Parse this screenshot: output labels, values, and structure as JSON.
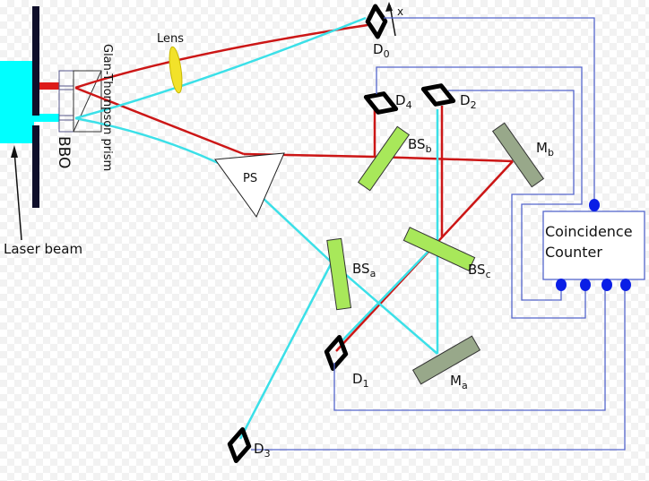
{
  "title": "Delayed choice quantum eraser setup",
  "colors": {
    "pump": "#00ffff",
    "signal": "#dd1a1a",
    "idler": "#33dddd",
    "wire": "#5566cc",
    "node": "#0a1ee6",
    "splitter": "#a8e85a",
    "mirror": "#98a88a",
    "lens": "#f2e22a"
  },
  "labels": {
    "laser_beam": "Laser beam",
    "bbo": "BBO",
    "prism": "Glan-Thompson prism",
    "lens": "Lens",
    "ps": "PS",
    "x_axis": "x",
    "counter_line1": "Coincidence",
    "counter_line2": "Counter"
  },
  "detectors": [
    {
      "name": "D",
      "sub": "0"
    },
    {
      "name": "D",
      "sub": "1"
    },
    {
      "name": "D",
      "sub": "2"
    },
    {
      "name": "D",
      "sub": "3"
    },
    {
      "name": "D",
      "sub": "4"
    }
  ],
  "beam_splitters": [
    {
      "name": "BS",
      "sub": "a"
    },
    {
      "name": "BS",
      "sub": "b"
    },
    {
      "name": "BS",
      "sub": "c"
    }
  ],
  "mirrors": [
    {
      "name": "M",
      "sub": "a"
    },
    {
      "name": "M",
      "sub": "b"
    }
  ]
}
